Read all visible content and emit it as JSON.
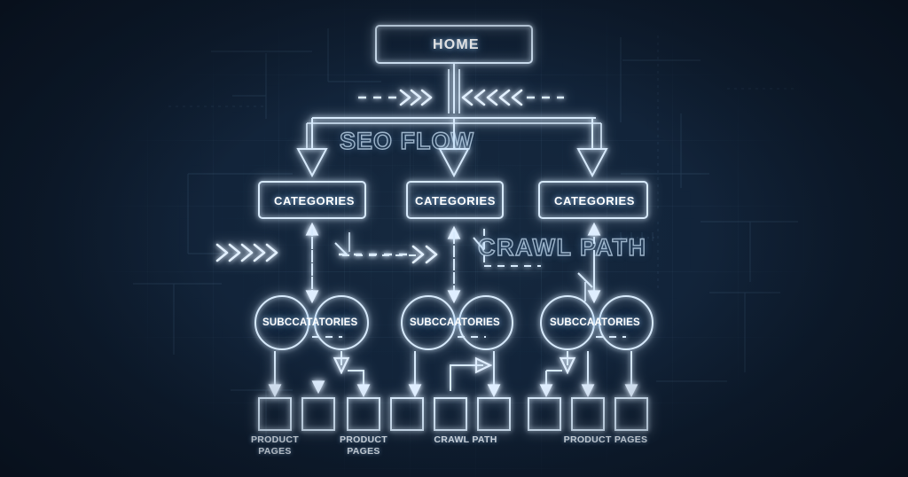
{
  "diagram": {
    "title_text": "HOME",
    "background_color": "#0d1b2d",
    "line_color": "#cfe6fb",
    "watermarks": {
      "seo_flow": "SEO FLOW",
      "crawl_path": "CRAWL PATH"
    },
    "levels": {
      "root": {
        "label": "HOME"
      },
      "categories": [
        {
          "label": "CATEGORIES"
        },
        {
          "label": "CATEGORIES"
        },
        {
          "label": "CATEGORIES"
        }
      ],
      "subcategories": [
        {
          "label": "SUBCCATATORIES"
        },
        {
          "label": "SUBCCAATORIES"
        },
        {
          "label": "SUBCCAATORIES"
        }
      ],
      "product_page_boxes": [
        {
          "id": "p1"
        },
        {
          "id": "p2"
        },
        {
          "id": "p3"
        },
        {
          "id": "p4"
        },
        {
          "id": "p5"
        },
        {
          "id": "p6"
        },
        {
          "id": "p7"
        },
        {
          "id": "p8"
        },
        {
          "id": "p9"
        }
      ],
      "footer_labels": [
        {
          "line1": "PRODUCT",
          "line2": "PAGES"
        },
        {
          "line1": "PRODUCT",
          "line2": "PAGES"
        },
        {
          "line1": "CRAWL PATH",
          "line2": ""
        },
        {
          "line1": "PRODUCT PAGES",
          "line2": ""
        }
      ]
    }
  }
}
